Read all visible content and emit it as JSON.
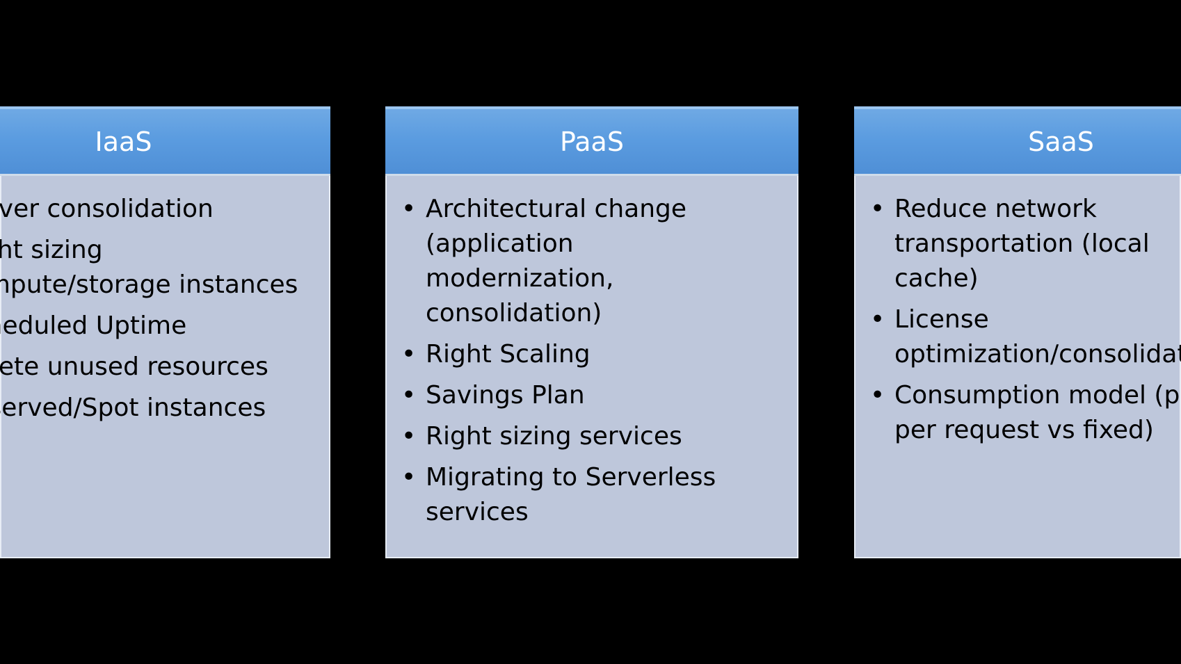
{
  "cards": [
    {
      "title": "IaaS",
      "items": [
        [
          "Server consolidation"
        ],
        [
          "Right sizing",
          "compute/storage instances"
        ],
        [
          "Scheduled Uptime"
        ],
        [
          "Delete unused resources"
        ],
        [
          "Reserved/Spot instances"
        ]
      ]
    },
    {
      "title": "PaaS",
      "items": [
        [
          "Architectural change",
          "(application",
          "modernization,",
          "consolidation)"
        ],
        [
          "Right Scaling"
        ],
        [
          "Savings Plan"
        ],
        [
          "Right sizing services"
        ],
        [
          "Migrating to Serverless",
          "services"
        ]
      ]
    },
    {
      "title": "SaaS",
      "items": [
        [
          "Reduce network",
          "transportation (local",
          "cache)"
        ],
        [
          "License",
          "optimization/consolidation"
        ],
        [
          "Consumption model (pay",
          "per request vs fixed)"
        ]
      ]
    }
  ],
  "bullet_glyph": "•",
  "colors": {
    "background": "#000000",
    "header": "#5b9ce0",
    "body": "#bec7db",
    "title_text": "#ffffff",
    "body_text": "#000000"
  }
}
